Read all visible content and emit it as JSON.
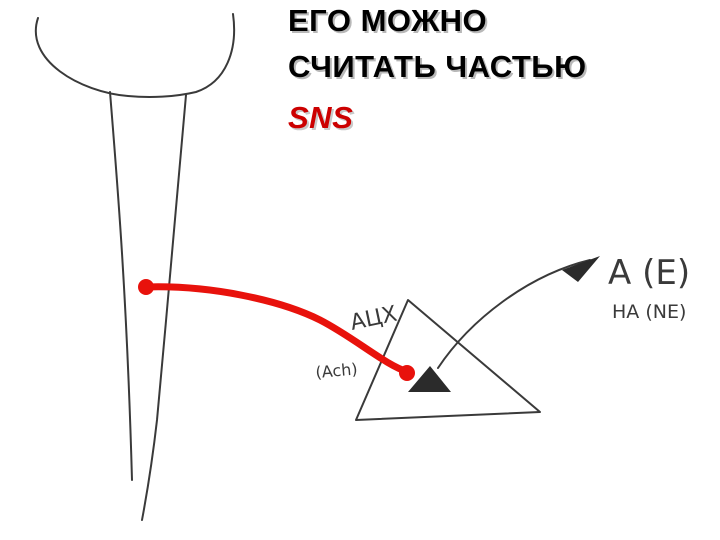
{
  "title": {
    "line1": "ЕГО МОЖНО",
    "line2": "СЧИТАТЬ ЧАСТЬЮ",
    "line3": "SNS"
  },
  "labels": {
    "acetylcholine_ru": "АЦХ",
    "acetylcholine_en": "(Ach)",
    "adrenaline_label": "A (E)",
    "noradrenaline_label": "НА (NE)"
  },
  "colors": {
    "title_text": "#000000",
    "title_shadow": "#b8b8b8",
    "accent_text": "#cc0000",
    "axon_line": "#e8120c",
    "pencil_lines": "#3a3a3a"
  }
}
